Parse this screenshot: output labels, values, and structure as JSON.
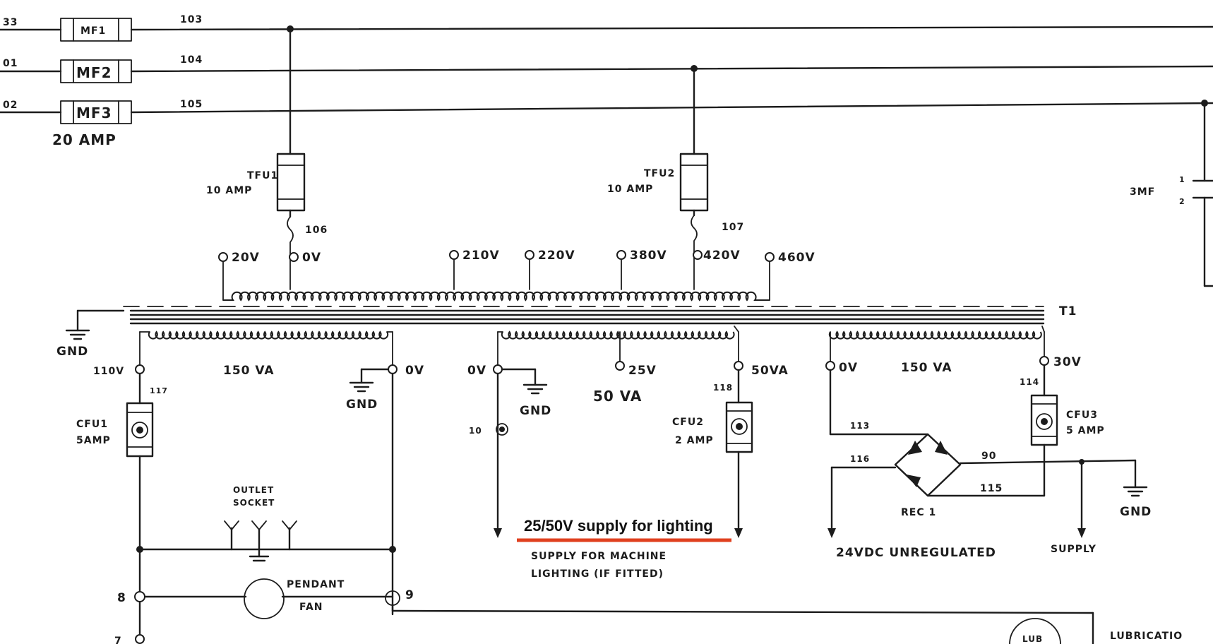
{
  "labels": {
    "w_left_1": "33",
    "w_left_2": "01",
    "w_left_3": "02",
    "mf1": "MF1",
    "mf2": "MF2",
    "mf3": "MF3",
    "mf_rating": "20 AMP",
    "w103": "103",
    "w104": "104",
    "w105": "105",
    "tfu1": "TFU1",
    "tfu1_rating": "10 AMP",
    "tfu2": "TFU2",
    "tfu2_rating": "10 AMP",
    "w106": "106",
    "w107": "107",
    "mf3_right": "3MF",
    "mf3_pin1": "1",
    "mf3_pin2": "2",
    "tap_20v": "20V",
    "tap_0v": "0V",
    "tap_210v": "210V",
    "tap_220v": "220V",
    "tap_380v": "380V",
    "tap_420v": "420V",
    "tap_460v": "460V",
    "t1": "T1",
    "gnd_main": "GND",
    "s1_110v": "110V",
    "s1_va": "150 VA",
    "s1_0v": "0V",
    "s1_gnd": "GND",
    "w117": "117",
    "cfu1": "CFU1",
    "cfu1_rating": "5AMP",
    "outlet": "OUTLET",
    "socket": "SOCKET",
    "pendant": "PENDANT",
    "fan": "FAN",
    "n8": "8",
    "n9": "9",
    "s2_0v": "0V",
    "s2_gnd": "GND",
    "s2_25v": "25V",
    "s2_50v": "50VA",
    "s2_va": "50 VA",
    "w10": "10",
    "w118": "118",
    "cfu2": "CFU2",
    "cfu2_rating": "2 AMP",
    "annotation": "25/50V supply for lighting",
    "lighting_1": "SUPPLY FOR MACHINE",
    "lighting_2": "LIGHTING (IF FITTED)",
    "s3_0v": "0V",
    "s3_va": "150 VA",
    "s3_30v": "30V",
    "w114": "114",
    "cfu3": "CFU3",
    "cfu3_rating": "5 AMP",
    "w113": "113",
    "w116": "116",
    "w90": "90",
    "w115": "115",
    "rec1": "REC 1",
    "s3_gnd": "GND",
    "dc_supply": "24VDC UNREGULATED",
    "supply": "SUPPLY",
    "lub": "LUB",
    "lubrication": "LUBRICATIO",
    "n7": "7"
  },
  "colors": {
    "ink": "#1c1c1c",
    "paper": "#ffffff",
    "annotation_underline": "#e0401f"
  }
}
